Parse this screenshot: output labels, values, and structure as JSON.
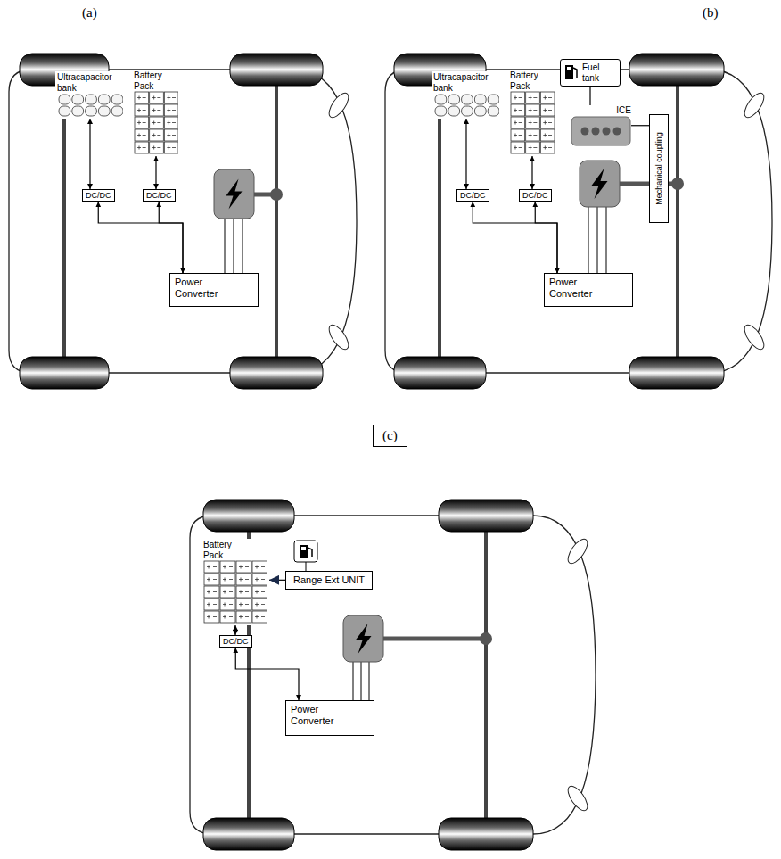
{
  "diagram": {
    "nodes": [
      {
        "text": [
          "Ultracapacitor bank"
        ]
      },
      {
        "text": [
          "Battery Pack"
        ]
      },
      {
        "text": [
          "DC/DC"
        ]
      },
      {
        "text": [
          "DC/DC"
        ]
      },
      {
        "text": [
          "Power Converter"
        ]
      },
      {
        "text": [
          "Ultracapacitor bank"
        ]
      },
      {
        "text": [
          "Battery Pack"
        ]
      },
      {
        "text": [
          "Fuel tank"
        ]
      },
      {
        "text": [
          "ICE"
        ]
      },
      {
        "text": [
          "DC/DC"
        ]
      },
      {
        "text": [
          "DC/DC"
        ]
      },
      {
        "text": [
          "Mechanical coupling"
        ]
      },
      {
        "text": [
          "Power Converter"
        ]
      },
      {
        "text": [
          "(c)"
        ]
      },
      {
        "text": [
          "Battery Pack"
        ]
      },
      {
        "text": [
          "Range Ext UNIT"
        ]
      },
      {
        "text": [
          "DC/DC"
        ]
      },
      {
        "text": [
          "Power Converter"
        ]
      }
    ],
    "edges": [
      {
        "from": 0,
        "to": 2,
        "arrow": "both"
      },
      {
        "from": 1,
        "to": 3,
        "arrow": "both"
      },
      {
        "from": 2,
        "to": 4,
        "arrow": "both"
      },
      {
        "from": 3,
        "to": 4,
        "arrow": "both"
      },
      {
        "from": 5,
        "to": 9,
        "arrow": "both"
      },
      {
        "from": 6,
        "to": 10,
        "arrow": "both"
      },
      {
        "from": 9,
        "to": 12,
        "arrow": "both"
      },
      {
        "from": 10,
        "to": 12,
        "arrow": "both"
      },
      {
        "from": 7,
        "to": 8,
        "arrow": "none"
      },
      {
        "from": 8,
        "to": 11,
        "arrow": "none"
      },
      {
        "from": 15,
        "to": 14,
        "arrow": "to"
      },
      {
        "from": 14,
        "to": 16,
        "arrow": "both"
      },
      {
        "from": 16,
        "to": 17,
        "arrow": "both"
      }
    ],
    "labels": [
      "(a)",
      "(b)"
    ]
  }
}
